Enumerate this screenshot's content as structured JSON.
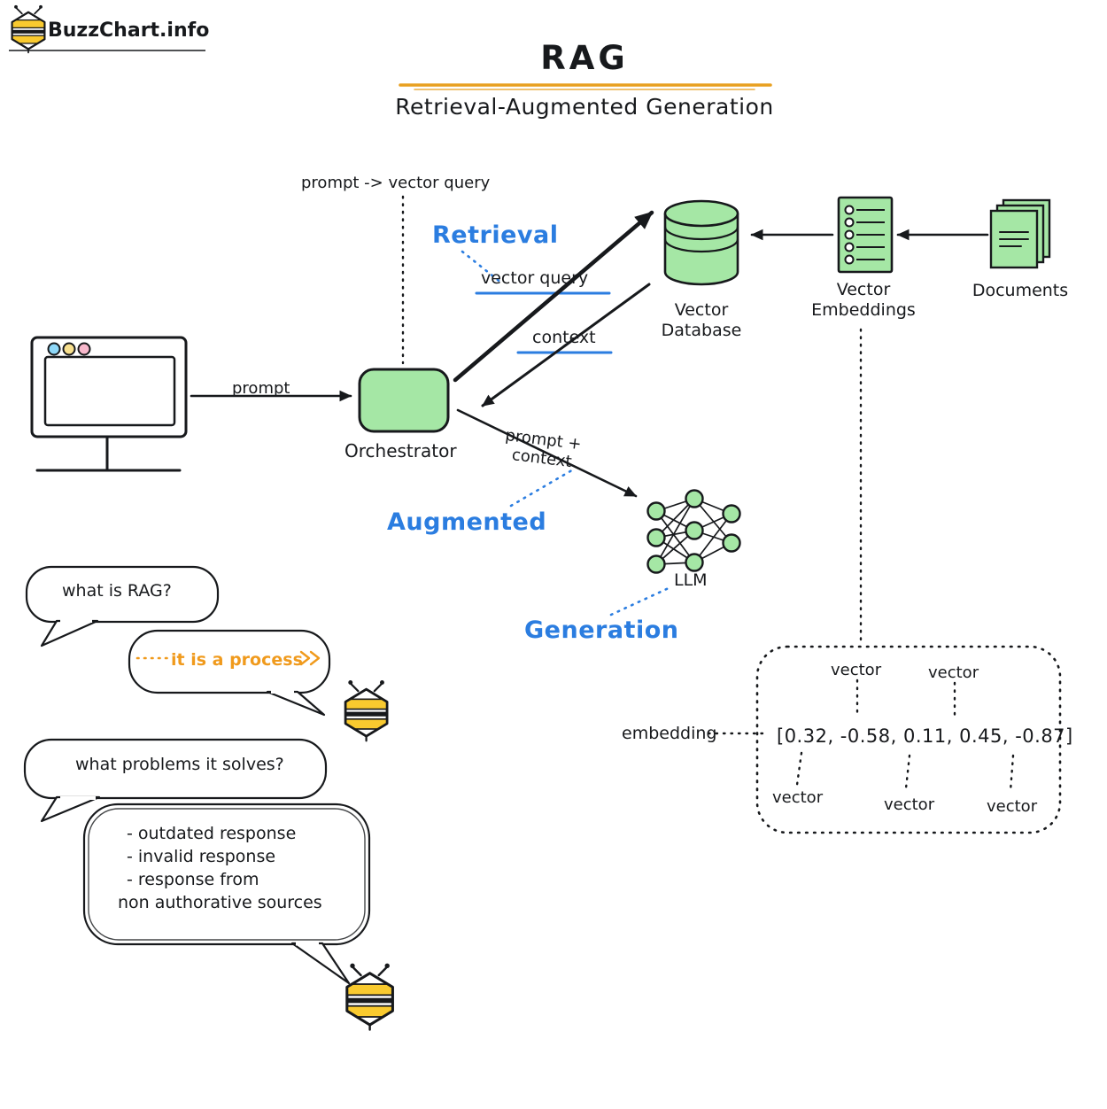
{
  "logo": {
    "text": "BuzzChart.info"
  },
  "header": {
    "title": "RAG",
    "subtitle": "Retrieval-Augmented Generation"
  },
  "flow": {
    "prompt_to_vector": "prompt -> vector query",
    "retrieval": "Retrieval",
    "vector_query": "vector query",
    "context_in": "context",
    "vector_database": "Vector Database",
    "vector_embeddings": "Vector Embeddings",
    "documents": "Documents",
    "prompt": "prompt",
    "orchestrator": "Orchestrator",
    "prompt_plus": "prompt +",
    "context_out": "context",
    "augmented": "Augmented",
    "llm": "LLM",
    "generation": "Generation"
  },
  "embedding_panel": {
    "label": "embedding",
    "values": "[0.32, -0.58, 0.11, 0.45, -0.87]",
    "vectors": [
      "vector",
      "vector",
      "vector",
      "vector",
      "vector"
    ]
  },
  "chat": {
    "question1": "what is RAG?",
    "answer1": "it is a process",
    "question2": "what problems it solves?",
    "answer2_lines": [
      "- outdated response",
      "- invalid response",
      "- response from",
      "non authorative sources"
    ]
  },
  "colors": {
    "green": "#a5e7a5",
    "blue": "#2b7de0",
    "orange": "#f09a1c",
    "underline_orange": "#e8a020",
    "bee_yellow": "#f9ca2f"
  }
}
